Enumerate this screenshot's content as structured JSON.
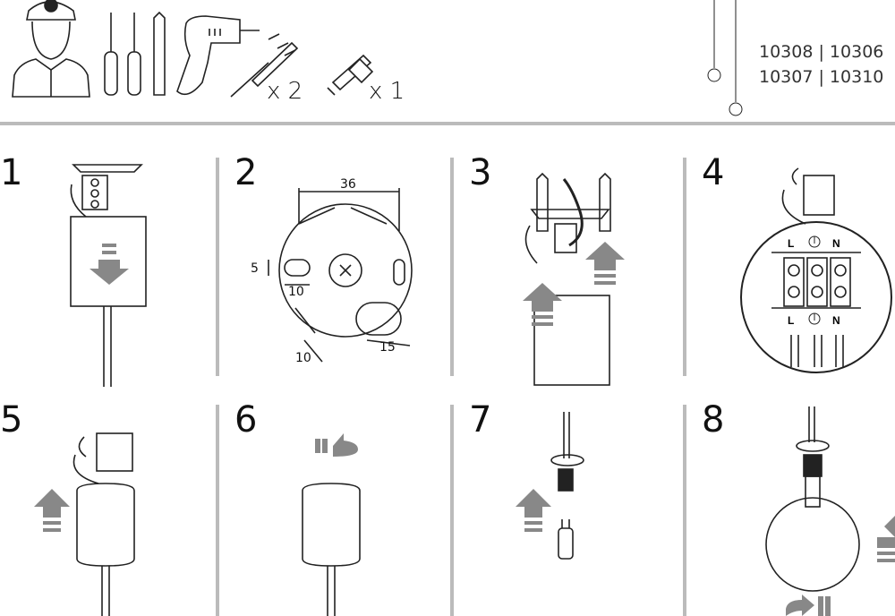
{
  "header": {
    "qty_anchor": "x 2",
    "qty_connector": "x 1",
    "models": [
      "10308 | 10306",
      "10307 | 10310"
    ],
    "icons": [
      "electrician-icon",
      "screwdriver-icon",
      "drill-icon",
      "anchor-screw-icon",
      "terminal-connector-icon",
      "pendant-lamp-icon"
    ]
  },
  "steps": [
    "1",
    "2",
    "3",
    "4",
    "5",
    "6",
    "7",
    "8"
  ],
  "dimensions": {
    "width": "36",
    "slot_h": "5",
    "slot_w": "10",
    "oval_h": "10",
    "oval_w": "15"
  },
  "terminals": {
    "live": "L",
    "neutral": "N"
  },
  "colors": {
    "line": "#222222",
    "arrow": "#888888",
    "divider": "#bbbbbb"
  }
}
